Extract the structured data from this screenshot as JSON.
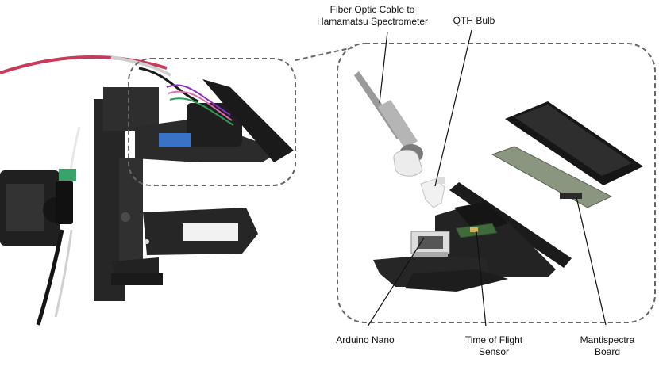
{
  "labels": {
    "fiber_cable": [
      "Fiber Optic Cable to",
      "Hamamatsu Spectrometer"
    ],
    "qth_bulb": "QTH Bulb",
    "arduino_nano": "Arduino Nano",
    "tof_sensor": [
      "Time of Flight",
      "Sensor"
    ],
    "mantispectra_board": [
      "Mantispectra",
      "Board"
    ]
  },
  "colors": {
    "plastic": "#2a2a2a",
    "cable_red": "#c83a5a",
    "green_terminal": "#3aa36a",
    "pcb": "#7a8a70",
    "dashed_line": "#666666"
  }
}
